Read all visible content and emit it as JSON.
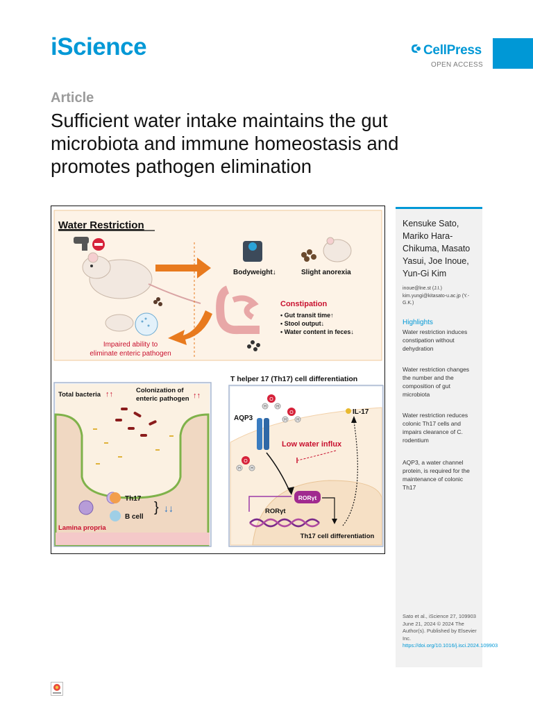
{
  "header": {
    "journal": "iScience",
    "publisher": "CellPress",
    "open_access": "OPEN ACCESS"
  },
  "article": {
    "type_label": "Article",
    "title": "Sufficient water intake maintains the gut microbiota and immune homeostasis and promotes pathogen elimination"
  },
  "graphical_abstract": {
    "heading": "Water Restriction",
    "bodyweight": "Bodyweight↓",
    "anorexia": "Slight anorexia",
    "constipation": "Constipation",
    "gut_transit": "Gut transit time↑",
    "stool_output": "Stool output↓",
    "water_content": "Water content in feces↓",
    "impaired_1": "Impaired ability to",
    "impaired_2": "eliminate enteric pathogen",
    "total_bacteria": "Total bacteria",
    "colonization_1": "Colonization of",
    "colonization_2": "enteric pathogen",
    "th17": "Th17",
    "b_cell": "B cell",
    "lamina_propria": "Lamina propria",
    "th17_diff_title": "T helper 17 (Th17) cell differentiation",
    "aqp3": "AQP3",
    "il17": "IL-17",
    "low_water_influx": "Low water influx",
    "roryt_protein": "RORγt",
    "roryt_gene": "RORγt",
    "th17_diff": "Th17 cell differentiation",
    "o_atom": "O",
    "h_atom": "H"
  },
  "sidebar": {
    "authors": "Kensuke Sato, Mariko Hara-Chikuma, Masato Yasui, Joe Inoue, Yun-Gi Kim",
    "email_1": "inoue@lne.st (J.I.)",
    "email_2": "kim.yungi@kitasato-u.ac.jp (Y.-G.K.)",
    "highlights_title": "Highlights",
    "highlights": [
      "Water restriction induces constipation without dehydration",
      "Water restriction changes the number and the composition of gut microbiota",
      "Water restriction reduces colonic Th17 cells and impairs clearance of C. rodentium",
      "AQP3, a water channel protein, is required for the maintenance of colonic Th17"
    ],
    "citation_1": "Sato et al., iScience 27, 109903",
    "citation_2": "June 21, 2024 © 2024 The Author(s). Published by Elsevier Inc.",
    "doi": "https://doi.org/10.1016/j.isci.2024.109903"
  },
  "colors": {
    "brand_blue": "#0098d6",
    "accent_red": "#c8102e",
    "arrow_orange": "#e87a1e"
  }
}
